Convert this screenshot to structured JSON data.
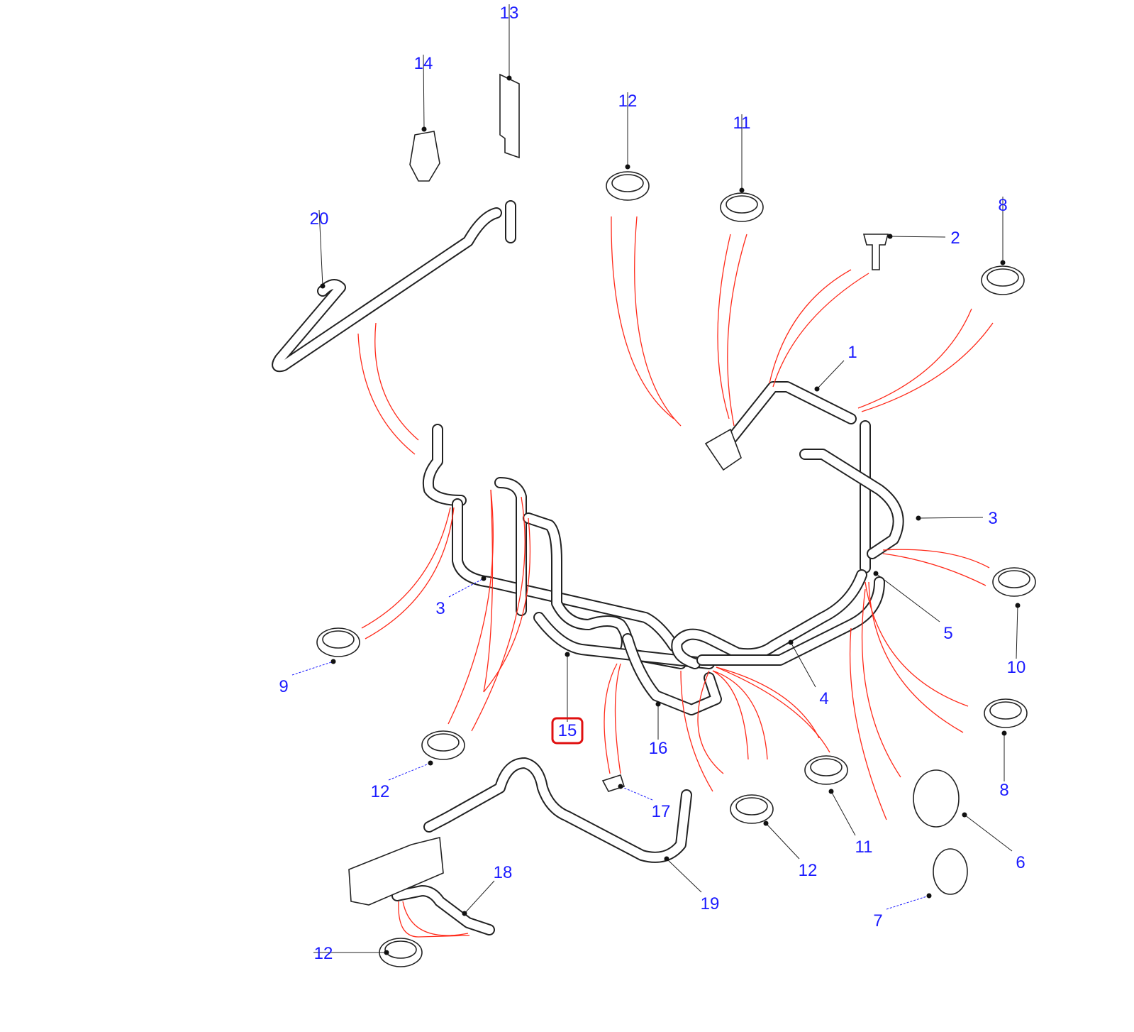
{
  "diagram": {
    "highlight_color": "#e01010",
    "callout_color": "#1a1aff",
    "selected_callout": "15",
    "callouts": [
      "13",
      "14",
      "12",
      "11",
      "8",
      "2",
      "20",
      "1",
      "3",
      "3",
      "5",
      "10",
      "9",
      "4",
      "15",
      "16",
      "8",
      "12",
      "17",
      "11",
      "6",
      "12",
      "18",
      "19",
      "7",
      "12"
    ]
  }
}
